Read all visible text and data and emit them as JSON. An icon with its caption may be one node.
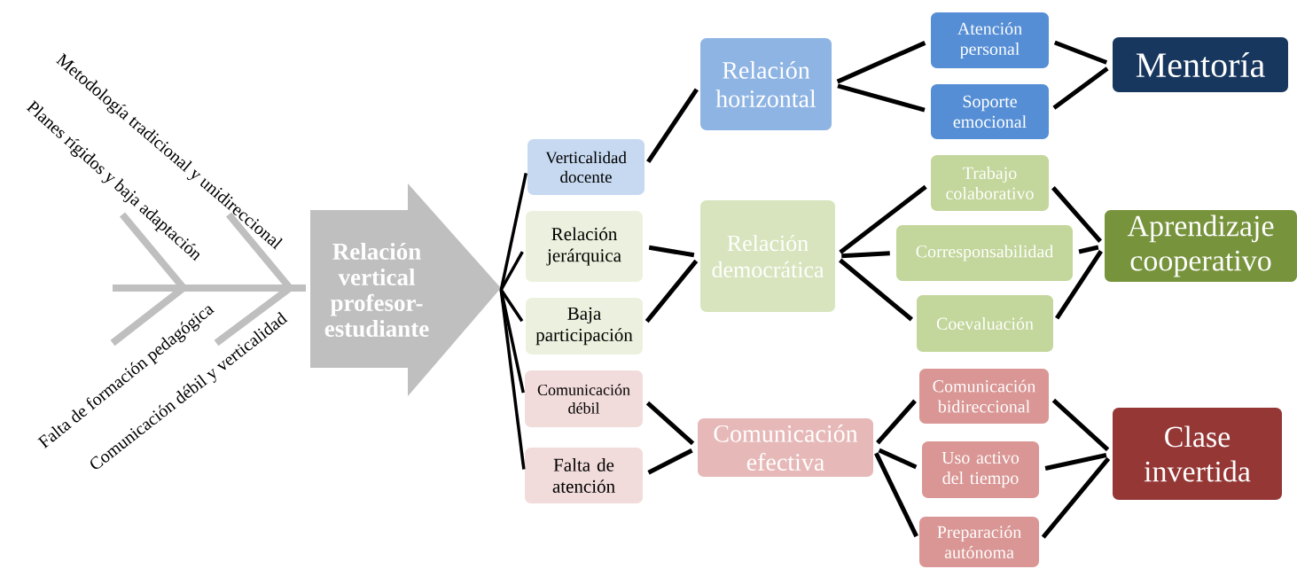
{
  "diagram": {
    "nodes": [
      {
        "text": [
          "Relación vertical profesor-estudiante"
        ]
      },
      {
        "text": [
          "Verticalidad docente"
        ]
      },
      {
        "text": [
          "Relación jerárquica"
        ]
      },
      {
        "text": [
          "Baja participación"
        ]
      },
      {
        "text": [
          "Comunicación débil"
        ]
      },
      {
        "text": [
          "Falta de atención"
        ]
      },
      {
        "text": [
          "Relación horizontal"
        ]
      },
      {
        "text": [
          "Relación democrática"
        ]
      },
      {
        "text": [
          "Comunicación efectiva"
        ]
      },
      {
        "text": [
          "Atención personal"
        ]
      },
      {
        "text": [
          "Soporte emocional"
        ]
      },
      {
        "text": [
          "Trabajo colaborativo"
        ]
      },
      {
        "text": [
          "Corresponsabilidad"
        ]
      },
      {
        "text": [
          "Coevaluación"
        ]
      },
      {
        "text": [
          "Comunicación bidireccional"
        ]
      },
      {
        "text": [
          "Uso activo del tiempo"
        ]
      },
      {
        "text": [
          "Preparación autónoma"
        ]
      },
      {
        "text": [
          "Mentoría"
        ]
      },
      {
        "text": [
          "Aprendizaje cooperativo"
        ]
      },
      {
        "text": [
          "Clase invertida"
        ]
      }
    ],
    "edges": [
      {
        "from": 0,
        "to": 1,
        "arrow": "none"
      },
      {
        "from": 0,
        "to": 2,
        "arrow": "none"
      },
      {
        "from": 0,
        "to": 3,
        "arrow": "none"
      },
      {
        "from": 0,
        "to": 4,
        "arrow": "none"
      },
      {
        "from": 0,
        "to": 5,
        "arrow": "none"
      },
      {
        "from": 1,
        "to": 6,
        "arrow": "none"
      },
      {
        "from": 2,
        "to": 7,
        "arrow": "none"
      },
      {
        "from": 3,
        "to": 7,
        "arrow": "none"
      },
      {
        "from": 4,
        "to": 8,
        "arrow": "none"
      },
      {
        "from": 5,
        "to": 8,
        "arrow": "none"
      },
      {
        "from": 6,
        "to": 9,
        "arrow": "none"
      },
      {
        "from": 6,
        "to": 10,
        "arrow": "none"
      },
      {
        "from": 7,
        "to": 11,
        "arrow": "none"
      },
      {
        "from": 7,
        "to": 12,
        "arrow": "none"
      },
      {
        "from": 7,
        "to": 13,
        "arrow": "none"
      },
      {
        "from": 8,
        "to": 14,
        "arrow": "none"
      },
      {
        "from": 8,
        "to": 15,
        "arrow": "none"
      },
      {
        "from": 8,
        "to": 16,
        "arrow": "none"
      },
      {
        "from": 9,
        "to": 17,
        "arrow": "none"
      },
      {
        "from": 10,
        "to": 17,
        "arrow": "none"
      },
      {
        "from": 11,
        "to": 18,
        "arrow": "none"
      },
      {
        "from": 12,
        "to": 18,
        "arrow": "none"
      },
      {
        "from": 13,
        "to": 18,
        "arrow": "none"
      },
      {
        "from": 14,
        "to": 19,
        "arrow": "none"
      },
      {
        "from": 15,
        "to": 19,
        "arrow": "none"
      },
      {
        "from": 16,
        "to": 19,
        "arrow": "none"
      }
    ],
    "labels": [
      "Metodología tradicional y unidireccional",
      "Planes rígidos y baja adaptación",
      "Falta de formación pedagógica",
      "Comunicación débil y verticalidad"
    ]
  }
}
